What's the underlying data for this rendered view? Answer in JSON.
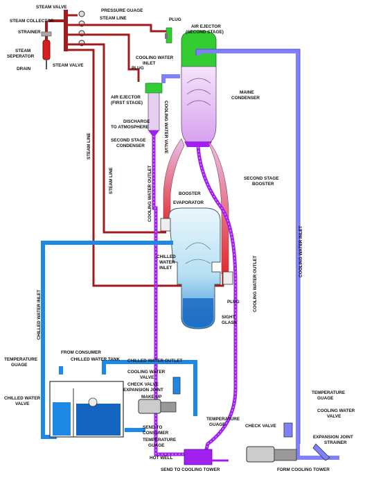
{
  "labels": {
    "steam_valve_top": "STEAM VALVE",
    "pressure_guage": "PRESSURE GUAGE",
    "steam_collector": "STEAM COLLECTOR",
    "steam_line_top": "STEAM LINE",
    "strainer_left": "STRAINER",
    "plug_top": "PLUG",
    "air_ejector_second_1": "AIR EJECTOR",
    "air_ejector_second_2": "(SECOND STAGE)",
    "steam_separator_1": "STEAM",
    "steam_separator_2": "SEPERATOR",
    "drain": "DRAIN",
    "steam_valve_left": "STEAM VALVE",
    "cooling_water_inlet_small_1": "COOLING WATER",
    "cooling_water_inlet_small_2": "INLET",
    "plug_mid": "PLUG",
    "air_ejector_first_1": "AIR EJECTOR",
    "air_ejector_first_2": "(FIRST STAGE)",
    "cooling_water_valve_vertical": "COOLING WATER VALVE",
    "maine_condenser_1": "MAINE",
    "maine_condenser_2": "CONDENSER",
    "discharge_1": "DISCHARGE",
    "discharge_2": "TO ATMOSPHERE",
    "steam_line_vertical_1": "STEAM LINE",
    "second_stage_condenser_1": "SECOND STAGE",
    "second_stage_condenser_2": "CONDENSER",
    "steam_line_vertical_2": "STEAM LINE",
    "cooling_water_outlet_vertical_1": "COOLING WATER OUTLET",
    "second_stage_booster_1": "SECOND STAGE",
    "second_stage_booster_2": "BOOSTER",
    "booster": "BOOSTER",
    "evaporator": "EVAPORATOR",
    "cooling_water_inlet_vertical": "COOLING WATER INLET",
    "chilled_water_inlet_1": "CHILLED",
    "chilled_water_inlet_2": "WATER",
    "chilled_water_inlet_3": "INLET",
    "cooling_water_outlet_vertical_2": "COOLING WATER OUTLET",
    "chilled_water_inlet_vertical": "CHILLED WATER INLET",
    "plug_right": "PLUG",
    "sight_glass_1": "SIGHT",
    "sight_glass_2": "GLASS",
    "temperature_guage_left_1": "TEMPERATURE",
    "temperature_guage_left_2": "GUAGE",
    "from_consumer": "FROM CONSUMER",
    "chilled_water_tank": "CHILLED WATER TANK",
    "chilled_water_outlet": "CHILLED WATER OUTLET",
    "cooling_water_valve_1": "COOLING WATER",
    "cooling_water_valve_2": "VALVE",
    "check_valve_mid": "CHECK VALVE",
    "expansion_joint_mid": "EXPANSION JOINT",
    "make_up": "MAKE UP",
    "chilled_water_valve_1": "CHILLED WATER",
    "chilled_water_valve_2": "VALVE",
    "temperature_guage_right_1": "TEMPERATURE",
    "temperature_guage_right_2": "GUAGE",
    "cooling_water_valve_right_1": "COOLING WATER",
    "cooling_water_valve_right_2": "VALVE",
    "temperature_guage_mid_1": "TEMPERATURE",
    "temperature_guage_mid_2": "GUAGE",
    "check_valve_right": "CHECK VALVE",
    "expansion_joint_right": "EXPANSION JOINT",
    "strainer_right": "STRAINER",
    "send_to_consumer_1": "SEND TO",
    "send_to_consumer_2": "CONSUMER",
    "temperature_guage_low_1": "TEMPERATURE",
    "temperature_guage_low_2": "GUAGE",
    "hot_well": "HOT WELL",
    "send_to_cooling_tower": "SEND TO COOLING TOWER",
    "form_cooling_tower": "FORM COOLING TOWER"
  },
  "colors": {
    "steam": "#a01c1c",
    "condensate": "#a020f0",
    "cooling_water": "#8080ff",
    "chilled_water": "#1e88e5",
    "ejector": "#33cc33",
    "condenser_fill": "#e0b0f0"
  }
}
